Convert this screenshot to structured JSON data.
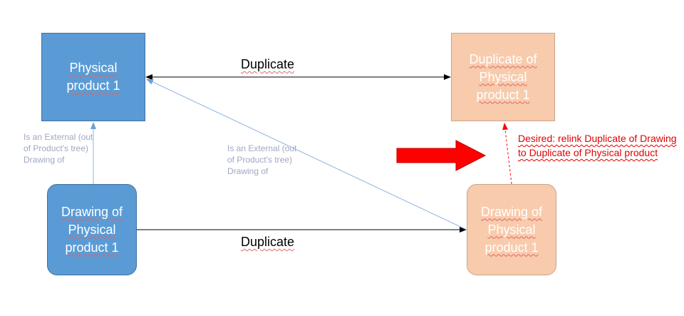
{
  "nodes": {
    "physical_product": "Physical product 1",
    "duplicate_of_physical": "Duplicate of Physical product 1",
    "drawing_of_physical": "Drawing of Physical product 1",
    "duplicate_drawing": "Drawing of Physical product 1"
  },
  "edges": {
    "duplicate_top": "Duplicate",
    "duplicate_bottom": "Duplicate",
    "external_left": "Is an External (out of Product's tree) Drawing of",
    "external_mid": "Is an External (out of Product's tree) Drawing of"
  },
  "annotation": {
    "desired": "Desired: relink Duplicate of Drawing to Duplicate of Physical product"
  },
  "colors": {
    "blue_fill": "#5b9bd5",
    "peach_fill": "#f8cbad",
    "arrow_red": "#ff0000",
    "desired_text": "#e00000",
    "external_link_line": "#8fb4e3"
  }
}
